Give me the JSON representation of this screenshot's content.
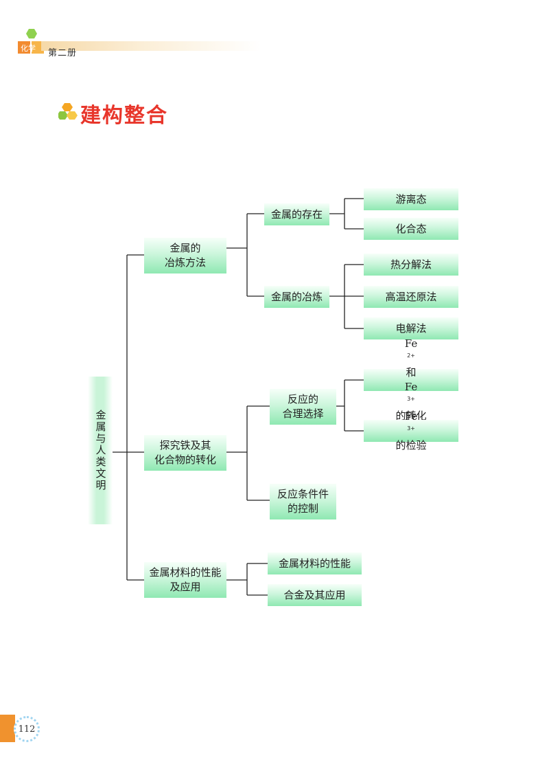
{
  "header": {
    "book_label": "第二册",
    "logo_text": "化学"
  },
  "section": {
    "title": "建构整合"
  },
  "diagram": {
    "root": "金属与人类文明",
    "branch1": {
      "label_line1": "金属的",
      "label_line2": "冶炼方法",
      "sub1": {
        "label": "金属的存在",
        "leaves": [
          "游离态",
          "化合态"
        ]
      },
      "sub2": {
        "label": "金属的冶炼",
        "leaves": [
          "热分解法",
          "高温还原法",
          "电解法"
        ]
      }
    },
    "branch2": {
      "label_line1": "探究铁及其",
      "label_line2": "化合物的转化",
      "sub1": {
        "label_line1": "反应的",
        "label_line2": "合理选择",
        "leaf1": {
          "fe1": "Fe",
          "sup1": "2+",
          "mid": "和",
          "fe2": "Fe",
          "sup2": "3+",
          "tail": "的转化"
        },
        "leaf2": {
          "fe": "Fe",
          "sup": "3+",
          "tail": "的检验"
        }
      },
      "sub2": {
        "label_line1": "反应条件件",
        "label_line2": "的控制"
      }
    },
    "branch3": {
      "label_line1": "金属材料的性能",
      "label_line2": "及应用",
      "leaves": [
        "金属材料的性能",
        "合金及其应用"
      ]
    }
  },
  "footer": {
    "page_number": "112"
  },
  "colors": {
    "title_red": "#e8362b",
    "node_green": "#8fe8b2",
    "footer_orange": "#f0922e"
  }
}
